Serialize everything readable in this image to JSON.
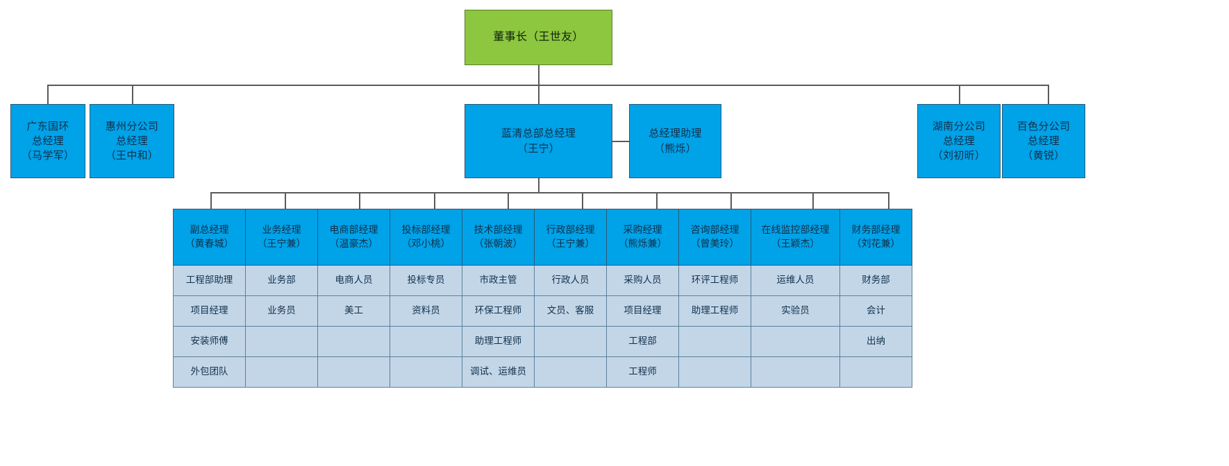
{
  "meta": {
    "title": "组织架构图",
    "colors": {
      "chairman_box": "#8dc63f",
      "manager_box": "#00a2e8",
      "staff_cell": "#c3d6e8",
      "connector": "#5a5a5a",
      "text": "#11304a"
    }
  },
  "chairman": {
    "label": "董事长（王世友）",
    "title": "董事长",
    "person": "王世友"
  },
  "level2": {
    "left": [
      {
        "title": "广东国环\n总经理",
        "person": "（马学军）",
        "label": "广东国环\n总经理\n（马学军）"
      },
      {
        "title": "惠州分公司\n总经理",
        "person": "（王中和）",
        "label": "惠州分公司\n总经理\n（王中和）"
      }
    ],
    "center": {
      "title": "蓝清总部总经理",
      "person": "（王宁）",
      "label": "蓝清总部总经理\n（王宁）"
    },
    "assistant": {
      "title": "总经理助理",
      "person": "（熊烁）",
      "label": "总经理助理\n（熊烁）"
    },
    "right": [
      {
        "title": "湖南分公司\n总经理",
        "person": "（刘初昕）",
        "label": "湖南分公司\n总经理\n（刘初昕）"
      },
      {
        "title": "百色分公司\n总经理",
        "person": "（黄锐）",
        "label": "百色分公司\n总经理\n（黄锐）"
      }
    ]
  },
  "departments": {
    "headers": [
      "副总经理\n（黄春城）",
      "业务经理\n（王宁兼）",
      "电商部经理\n（温豪杰）",
      "投标部经理\n（邓小桃）",
      "技术部经理\n（张朝波）",
      "行政部经理\n（王宁兼）",
      "采购经理\n（熊烁兼）",
      "咨询部经理\n（曾美玲）",
      "在线监控部经理\n（王颖杰）",
      "财务部经理\n（刘花兼）"
    ],
    "rows": [
      [
        "工程部助理",
        "业务部",
        "电商人员",
        "投标专员",
        "市政主管",
        "行政人员",
        "采购人员",
        "环评工程师",
        "运维人员",
        "财务部"
      ],
      [
        "项目经理",
        "业务员",
        "美工",
        "资料员",
        "环保工程师",
        "文员、客服",
        "项目经理",
        "助理工程师",
        "实验员",
        "会计"
      ],
      [
        "安装师傅",
        "",
        "",
        "",
        "助理工程师",
        "",
        "工程部",
        "",
        "",
        "出纳"
      ],
      [
        "外包团队",
        "",
        "",
        "",
        "调试、运维员",
        "",
        "工程师",
        "",
        "",
        ""
      ]
    ]
  }
}
